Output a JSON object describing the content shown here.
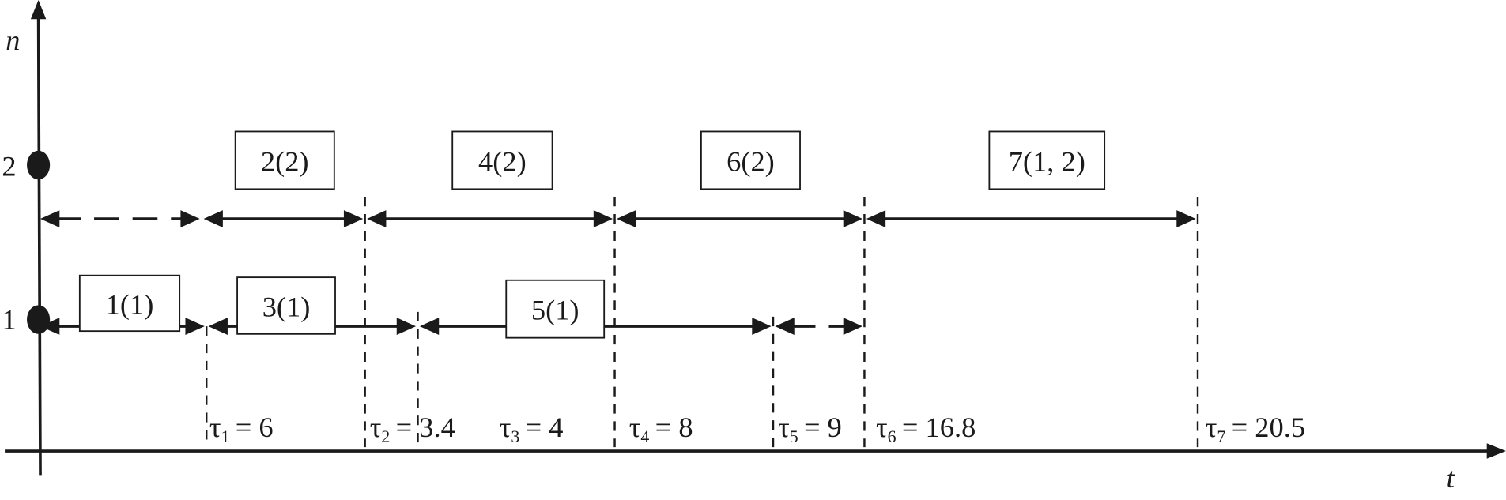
{
  "axes": {
    "y_label": "n",
    "x_label": "t",
    "y_ticks": [
      "1",
      "2"
    ]
  },
  "levels": [
    {
      "n": 2,
      "segments": [
        {
          "from": "0",
          "to": "τ1",
          "style": "dashed"
        },
        {
          "from": "τ1",
          "to": "τ2",
          "style": "solid"
        },
        {
          "from": "τ2",
          "to": "τ4",
          "style": "solid"
        },
        {
          "from": "τ4",
          "to": "τ6",
          "style": "solid"
        },
        {
          "from": "τ6",
          "to": "τ7",
          "style": "solid"
        }
      ]
    },
    {
      "n": 1,
      "segments": [
        {
          "from": "0",
          "to": "τ1",
          "style": "solid"
        },
        {
          "from": "τ1",
          "to": "τ3",
          "style": "solid"
        },
        {
          "from": "τ3",
          "to": "τ5",
          "style": "solid"
        },
        {
          "from": "τ5",
          "to": "τ6",
          "style": "dashed"
        }
      ]
    }
  ],
  "jobs": [
    {
      "label": "1(1)",
      "level": 1
    },
    {
      "label": "2(2)",
      "level": 2
    },
    {
      "label": "3(1)",
      "level": 1
    },
    {
      "label": "4(2)",
      "level": 2
    },
    {
      "label": "5(1)",
      "level": 1
    },
    {
      "label": "6(2)",
      "level": 2
    },
    {
      "label": "7(1, 2)",
      "level": 2
    }
  ],
  "times": [
    {
      "symbol": "τ",
      "sub": "1",
      "value": "= 6"
    },
    {
      "symbol": "τ",
      "sub": "2",
      "value": "= 3.4"
    },
    {
      "symbol": "τ",
      "sub": "3",
      "value": "= 4"
    },
    {
      "symbol": "τ",
      "sub": "4",
      "value": "= 8"
    },
    {
      "symbol": "τ",
      "sub": "5",
      "value": "= 9"
    },
    {
      "symbol": "τ",
      "sub": "6",
      "value": "= 16.8"
    },
    {
      "symbol": "τ",
      "sub": "7",
      "value": "= 20.5"
    }
  ]
}
